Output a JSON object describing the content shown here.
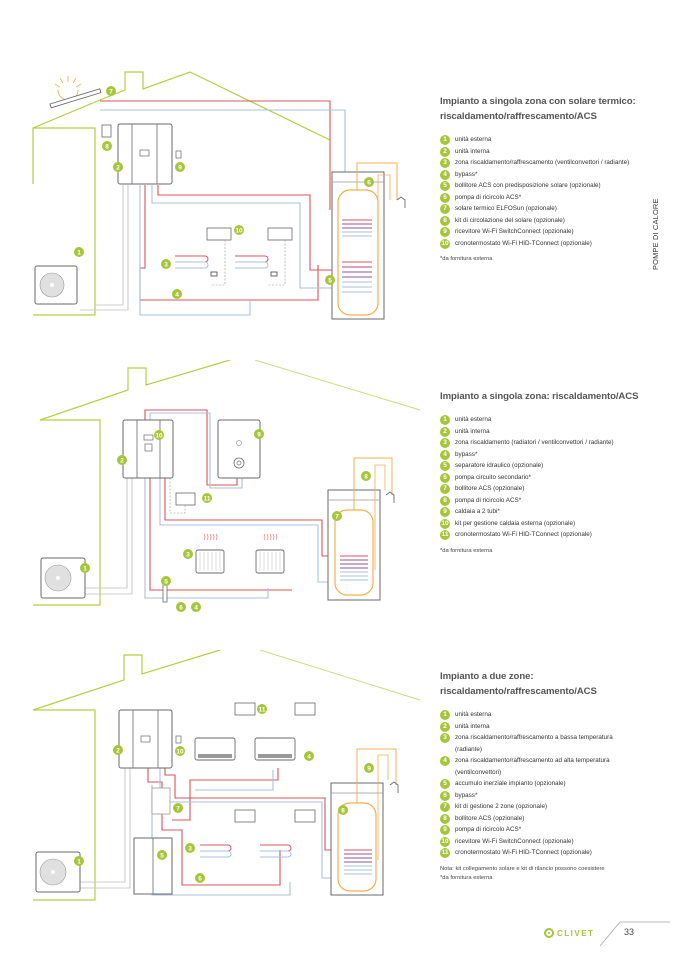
{
  "side_label": "POMPE DI CALORE",
  "colors": {
    "badge": "#a6c53a",
    "house_outline": "#b3cf45",
    "hot_pipe": "#d9545c",
    "cold_pipe": "#a9c2dc",
    "dhw_pipe": "#f0b050",
    "equipment": "#6a6a6a"
  },
  "sections": [
    {
      "title": "Impianto a singola zona con solare termico: riscaldamento/raffrescamento/ACS",
      "items": [
        {
          "n": "1",
          "text": "unità esterna"
        },
        {
          "n": "2",
          "text": "unità interna"
        },
        {
          "n": "3",
          "text": "zona riscaldamento/raffrescamento (ventilconvettori / radiante)"
        },
        {
          "n": "4",
          "text": "bypass*"
        },
        {
          "n": "5",
          "text": "bollitore ACS con predisposizione solare (opzionale)"
        },
        {
          "n": "6",
          "text": "pompa di ricircolo ACS*"
        },
        {
          "n": "7",
          "text": "solare termico ELFOSun (opzionale)"
        },
        {
          "n": "8",
          "text": "kit di circolazione del solare (opzionale)"
        },
        {
          "n": "9",
          "text": "ricevitore Wi-Fi SwitchConnect (opzionale)"
        },
        {
          "n": "10",
          "text": "cronotermostato Wi-Fi HID-TConnect (opzionale)"
        }
      ],
      "note": "",
      "footnote": "*da fornitura esterna",
      "diagram_badges": [
        "1",
        "2",
        "3",
        "4",
        "5",
        "6",
        "7",
        "8",
        "9",
        "10"
      ]
    },
    {
      "title": "Impianto a singola zona: riscaldamento/ACS",
      "items": [
        {
          "n": "1",
          "text": "unità esterna"
        },
        {
          "n": "2",
          "text": "unità interna"
        },
        {
          "n": "3",
          "text": "zona riscaldamento (radiatori / ventilconvettori / radiante)"
        },
        {
          "n": "4",
          "text": "bypass*"
        },
        {
          "n": "5",
          "text": "separatore idraulico (opzionale)"
        },
        {
          "n": "6",
          "text": "pompa circuito secondario*"
        },
        {
          "n": "7",
          "text": "bollitore ACS (opzionale)"
        },
        {
          "n": "8",
          "text": "pompa di ricircolo ACS*"
        },
        {
          "n": "9",
          "text": "caldaia a 2 tubi*"
        },
        {
          "n": "10",
          "text": "kit per gestione caldaia esterna (opzionale)"
        },
        {
          "n": "11",
          "text": "cronotermostato Wi-Fi HID-TConnect (opzionale)"
        }
      ],
      "note": "",
      "footnote": "*da fornitura esterna",
      "diagram_badges": [
        "1",
        "2",
        "3",
        "4",
        "5",
        "6",
        "7",
        "8",
        "9",
        "10",
        "11"
      ]
    },
    {
      "title": "Impianto a due zone: riscaldamento/raffrescamento/ACS",
      "items": [
        {
          "n": "1",
          "text": "unità esterna"
        },
        {
          "n": "2",
          "text": "unità interna"
        },
        {
          "n": "3",
          "text": "zona riscaldamento/raffrescamento a bassa temperatura (radiante)"
        },
        {
          "n": "4",
          "text": "zona riscaldamento/raffrescamento ad alta temperatura (ventilconvettori)"
        },
        {
          "n": "5",
          "text": "accumulo inerziale impianto (opzionale)"
        },
        {
          "n": "6",
          "text": "bypass*"
        },
        {
          "n": "7",
          "text": "kit di gestione 2 zone (opzionale)"
        },
        {
          "n": "8",
          "text": "bollitore ACS (opzionale)"
        },
        {
          "n": "9",
          "text": "pompa di ricircolo ACS*"
        },
        {
          "n": "10",
          "text": "ricevitore Wi-Fi SwitchConnect (opzionale)"
        },
        {
          "n": "11",
          "text": "cronotermostato Wi-Fi HID-TConnect (opzionale)"
        }
      ],
      "note": "Nota: kit collegamento solare e kit di rilancio possono coesistere",
      "footnote": "*da fornitura esterna",
      "diagram_badges": [
        "1",
        "2",
        "3",
        "4",
        "5",
        "6",
        "7",
        "8",
        "9",
        "10",
        "11"
      ]
    }
  ],
  "footer": {
    "brand": "CLIVET",
    "page_number": "33"
  }
}
